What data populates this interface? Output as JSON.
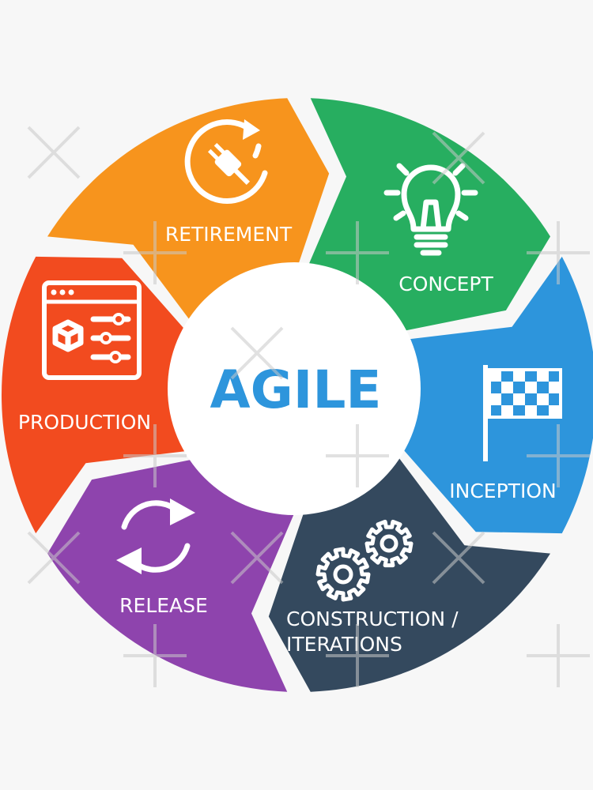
{
  "diagram": {
    "center_title": "AGILE",
    "stages": [
      {
        "id": "retirement",
        "label": "RETIREMENT",
        "color": "#F7941D",
        "icon": "plug-cycle-icon"
      },
      {
        "id": "concept",
        "label": "CONCEPT",
        "color": "#27AE60",
        "icon": "lightbulb-icon"
      },
      {
        "id": "inception",
        "label": "INCEPTION",
        "color": "#2D95DC",
        "icon": "checkered-flag-icon"
      },
      {
        "id": "construction",
        "label_line1": "CONSTRUCTION /",
        "label_line2": "ITERATIONS",
        "color": "#34495E",
        "icon": "gears-icon"
      },
      {
        "id": "release",
        "label": "RELEASE",
        "color": "#8E44AD",
        "icon": "refresh-arrows-icon"
      },
      {
        "id": "production",
        "label": "PRODUCTION",
        "color": "#F24B1F",
        "icon": "browser-settings-icon"
      }
    ],
    "colors": {
      "center_fill": "#ffffff",
      "title": "#2D95DC",
      "background": "#f7f7f7"
    }
  }
}
